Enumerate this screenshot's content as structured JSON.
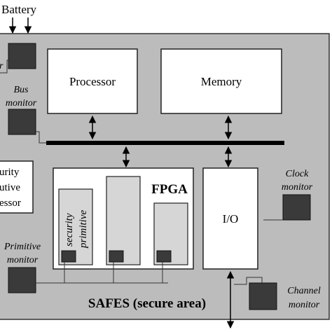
{
  "diagram": {
    "battery_label": "Battery",
    "processor_label": "Processor",
    "memory_label": "Memory",
    "fpga_label": "FPGA",
    "io_label": "I/O",
    "security_primitive_label_line1": "security",
    "security_primitive_label_line2": "primitive",
    "bus_monitor_line1": "Bus",
    "bus_monitor_line2": "monitor",
    "clock_monitor_line1": "Clock",
    "clock_monitor_line2": "monitor",
    "primitive_monitor_line1": "Primitive",
    "primitive_monitor_line2": "monitor",
    "channel_monitor_line1": "Channel",
    "channel_monitor_line2": "monitor",
    "left_box_line1": "urity",
    "left_box_line2": "utive",
    "left_box_line3": "essor",
    "safes_label": "SAFES (secure area)",
    "left_edge_label": "r",
    "colors": {
      "secure_area_fill": "#bcbcbc",
      "monitor_fill": "#3a3a3a",
      "block_fill": "#ffffff",
      "inner_block_fill": "#d6d6d6"
    }
  }
}
